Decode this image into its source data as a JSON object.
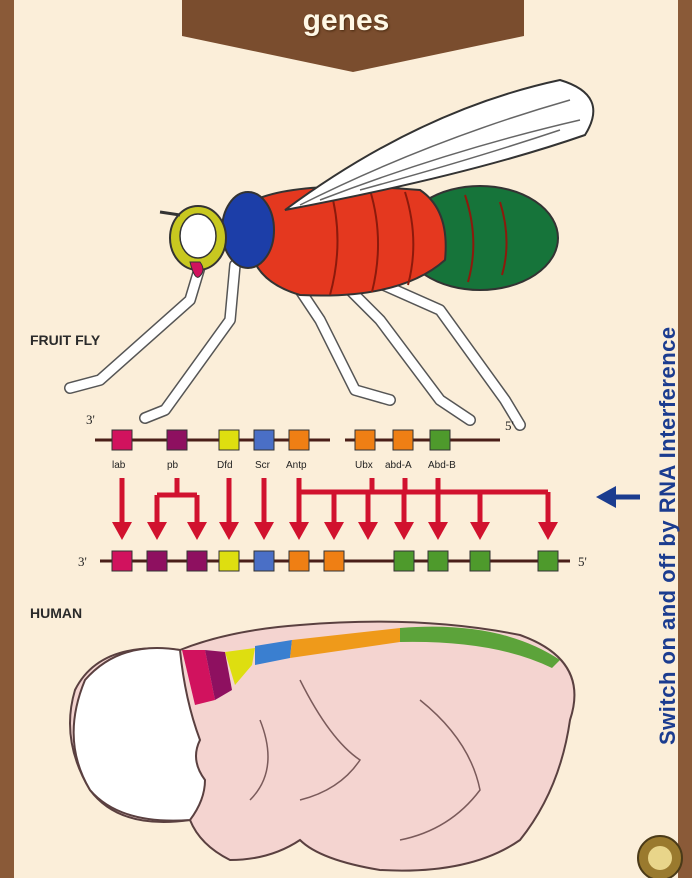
{
  "header": {
    "title": "genes"
  },
  "labels": {
    "fruit_fly": "FRUIT FLY",
    "human": "HUMAN",
    "side_caption": "Switch on and off by RNA Interference",
    "prime3": "3'",
    "prime5": "5'"
  },
  "fly_genes": [
    {
      "name": "lab",
      "color": "#d1125e"
    },
    {
      "name": "pb",
      "color": "#8e1060"
    },
    {
      "name": "Dfd",
      "color": "#dede10"
    },
    {
      "name": "Scr",
      "color": "#4a6fc6"
    },
    {
      "name": "Antp",
      "color": "#ef7f14"
    },
    {
      "name": "Ubx",
      "color": "#ef7f14"
    },
    {
      "name": "abd-A",
      "color": "#ef7f14"
    },
    {
      "name": "Abd-B",
      "color": "#4e9a2c"
    }
  ],
  "human_genes": [
    "#d1125e",
    "#8e1060",
    "#8e1060",
    "#dede10",
    "#4a6fc6",
    "#ef7f14",
    "#ef7f14",
    "#4e9a2c",
    "#4e9a2c",
    "#4e9a2c",
    "#4e9a2c"
  ],
  "colors": {
    "frame": "#8a5a38",
    "panel": "#fbeed9",
    "arrow": "#d1122e",
    "caption": "#1b3c8f"
  }
}
